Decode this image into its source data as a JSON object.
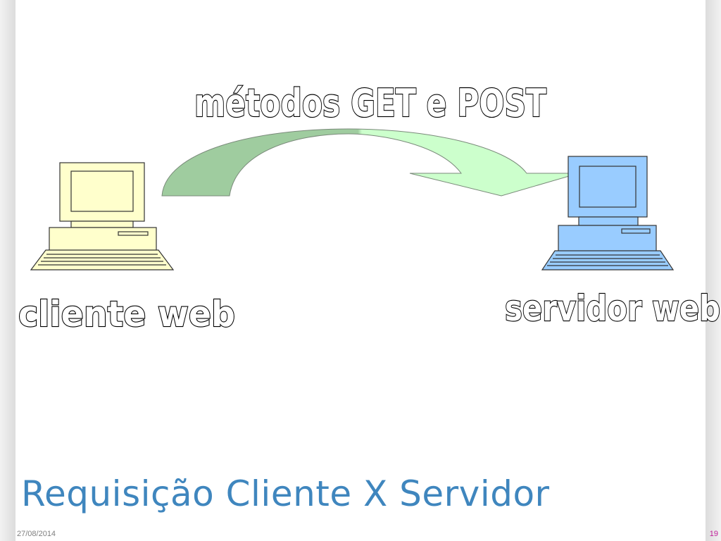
{
  "slide": {
    "title": "Requisição Cliente X Servidor",
    "date": "27/08/2014",
    "page_number": "19"
  },
  "diagram": {
    "arrow_label": "métodos GET e POST",
    "client_label": "cliente web",
    "server_label": "servidor web",
    "client_color": "#ffffcc",
    "server_color": "#99ccff",
    "arrow_color_dark": "#9fcc9f",
    "arrow_color_light": "#ccffcc"
  }
}
